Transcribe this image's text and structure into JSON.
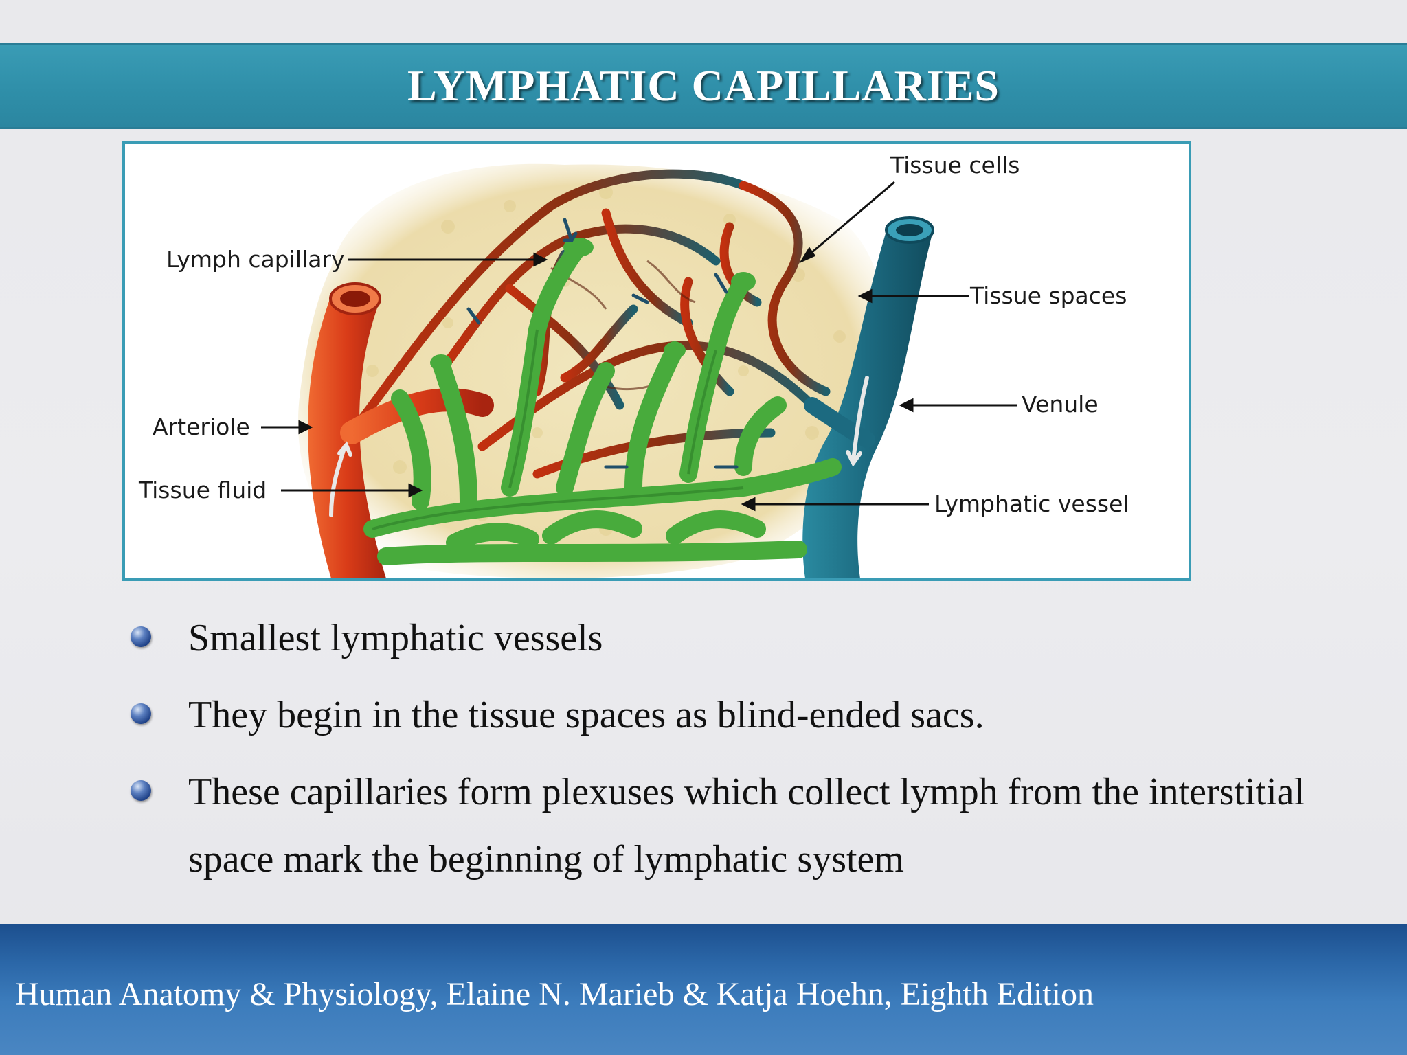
{
  "slide": {
    "title": "LYMPHATIC CAPILLARIES"
  },
  "figure": {
    "labels": {
      "tissue_cells": "Tissue cells",
      "lymph_capillary": "Lymph capillary",
      "tissue_spaces": "Tissue spaces",
      "venule": "Venule",
      "arteriole": "Arteriole",
      "tissue_fluid": "Tissue fluid",
      "lymphatic_vessel": "Lymphatic vessel"
    },
    "colors": {
      "frame_border": "#3a9cb5",
      "arteriole": "#d8401c",
      "capillary_network": "#b02a10",
      "venule": "#1f6f82",
      "lymphatic": "#45a83a",
      "tissue": "#efe2b0"
    }
  },
  "bullets": [
    "Smallest lymphatic vessels",
    "They begin in the tissue spaces as blind-ended sacs.",
    "These capillaries form plexuses which  collect lymph from the interstitial space mark the  beginning of lymphatic system"
  ],
  "footer": {
    "citation": "Human Anatomy & Physiology, Elaine N. Marieb & Katja Hoehn, Eighth Edition"
  },
  "theme": {
    "title_bar": "#3197b1",
    "footer_band": "#2b67a8"
  }
}
